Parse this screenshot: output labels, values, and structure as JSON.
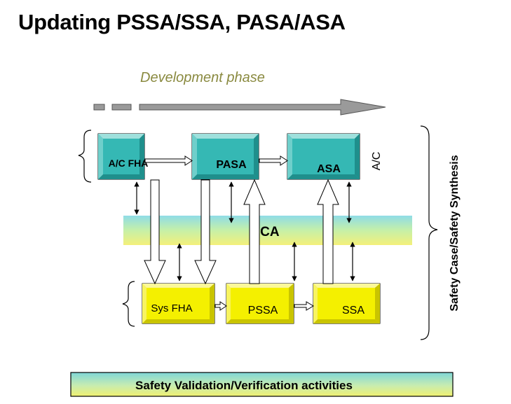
{
  "title": "Updating PSSA/SSA, PASA/ASA",
  "diagram": {
    "phase_label": "Development phase",
    "ac_label": "A/C",
    "side_label": "Safety Case/Safety Synthesis",
    "cca_label": "CCA",
    "top_boxes": [
      {
        "label": "A/C FHA"
      },
      {
        "label": "PASA"
      },
      {
        "label": "ASA"
      }
    ],
    "bottom_boxes": [
      {
        "label": "Sys FHA"
      },
      {
        "label": "PSSA"
      },
      {
        "label": "SSA"
      }
    ],
    "footer_bar": "Safety Validation/Verification activities",
    "colors": {
      "teal": "#35b8b4",
      "teal_dark": "#1f8f8c",
      "yellow": "#f4f000",
      "yellow_dark": "#c9c400",
      "phase_text": "#8a8a40",
      "arrow_gray": "#9a9a9a"
    }
  }
}
